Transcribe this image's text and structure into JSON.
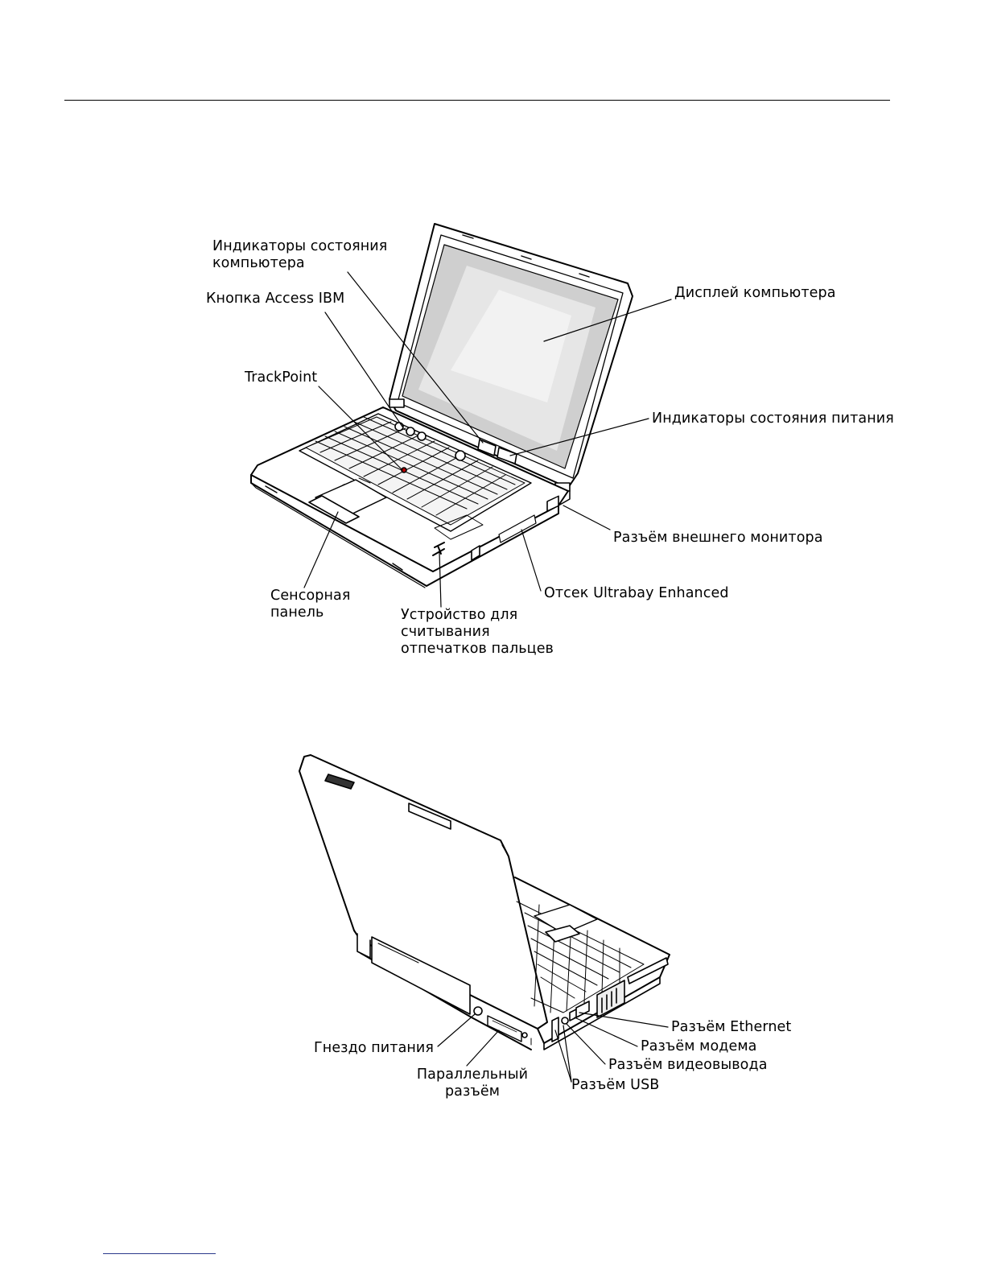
{
  "front_view": {
    "labels": {
      "system_status_indicators": "Индикаторы состояния\nкомпьютера",
      "access_ibm_button": "Кнопка Access IBM",
      "trackpoint": "TrackPoint",
      "computer_display": "Дисплей компьютера",
      "power_status_indicators": "Индикаторы состояния питания",
      "external_monitor_connector": "Разъём внешнего монитора",
      "ultrabay_enhanced": "Отсек Ultrabay Enhanced",
      "touchpad": "Сенсорная\nпанель",
      "fingerprint_reader": "Устройство для\nсчитывания\nотпечатков пальцев"
    }
  },
  "rear_view": {
    "labels": {
      "ethernet_connector": "Разъём Ethernet",
      "modem_connector": "Разъём модема",
      "video_out_connector": "Разъём видеовывода",
      "usb_connector": "Разъём USB",
      "power_jack": "Гнездо питания",
      "parallel_connector": "Параллельный\nразъём"
    }
  }
}
